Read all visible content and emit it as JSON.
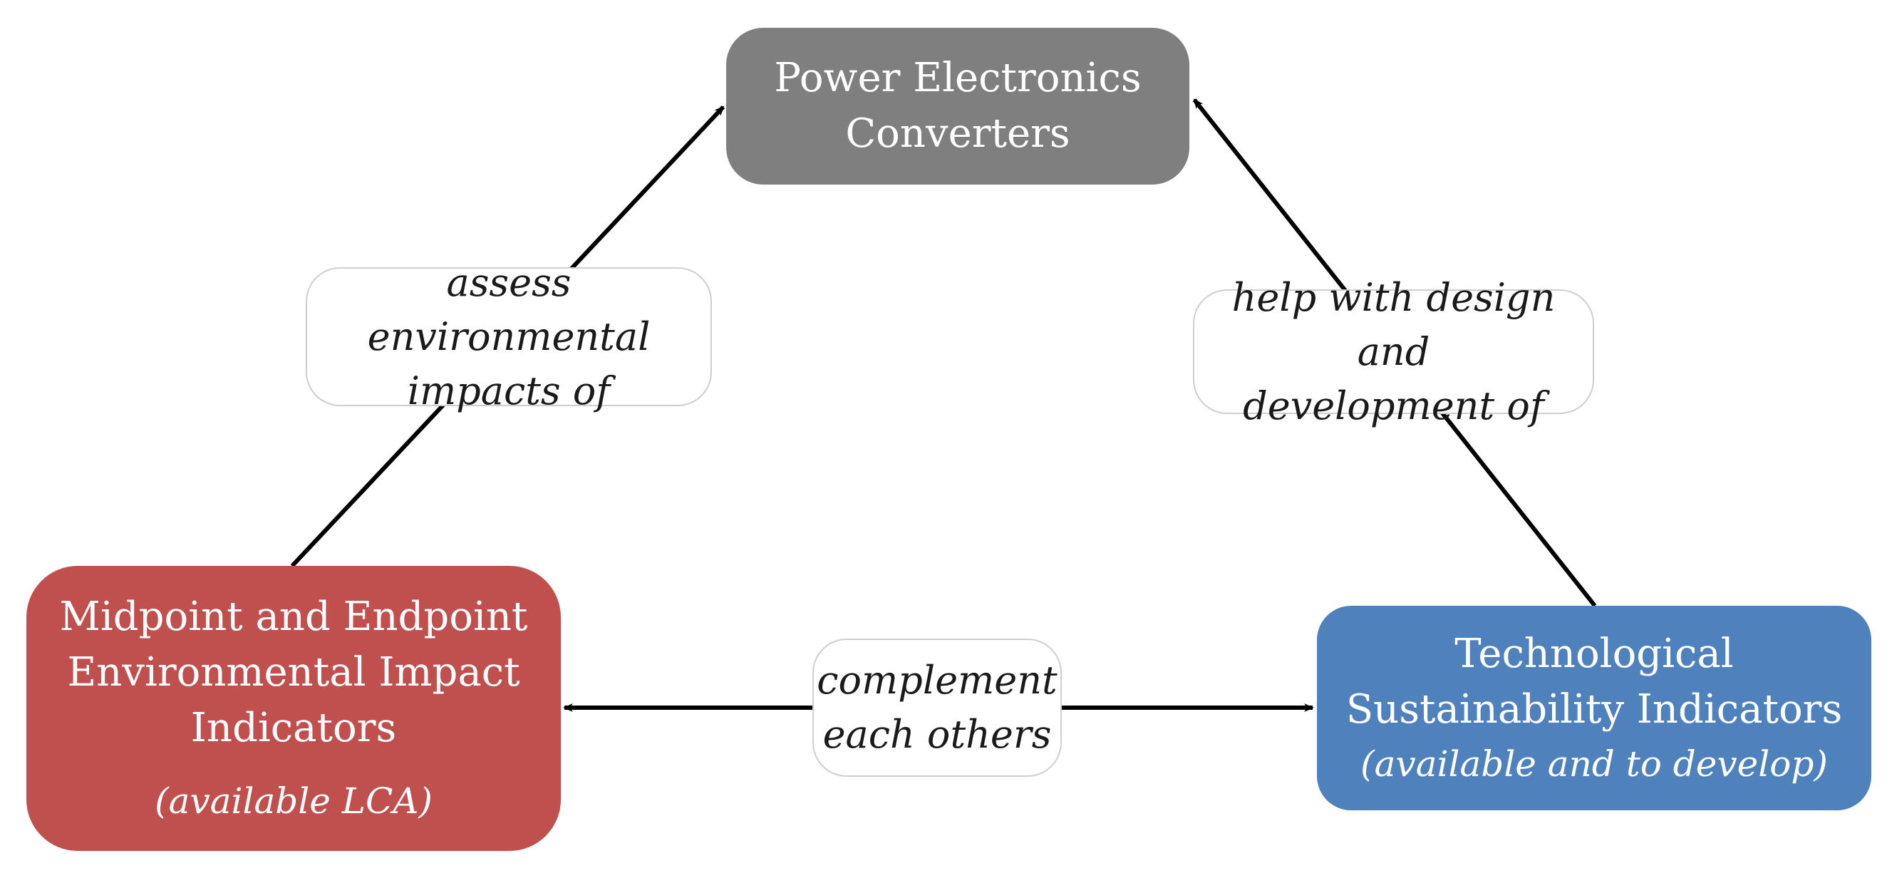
{
  "nodes": {
    "power_electronics": {
      "lines": [
        "Power Electronics",
        "Converters"
      ],
      "color": "#7f7f7f"
    },
    "environmental_indicators": {
      "lines": [
        "Midpoint and Endpoint",
        "Environmental Impact",
        "Indicators"
      ],
      "note": "(available LCA)",
      "color": "#c0504d"
    },
    "technological_indicators": {
      "lines": [
        "Technological",
        "Sustainability Indicators"
      ],
      "note": "(available and to develop)",
      "color": "#4f81bd"
    }
  },
  "edges": {
    "left": {
      "from": "environmental_indicators",
      "to": "power_electronics",
      "label_lines": [
        "assess environmental",
        "impacts of"
      ]
    },
    "right": {
      "from": "technological_indicators",
      "to": "power_electronics",
      "label_lines": [
        "help with design and",
        "development of"
      ]
    },
    "bottom": {
      "from": "environmental_indicators",
      "to": "technological_indicators",
      "bidirectional": true,
      "label_lines": [
        "complement",
        "each others"
      ]
    }
  },
  "colors": {
    "arrow": "#000000",
    "label_border": "#cfcfcf"
  }
}
